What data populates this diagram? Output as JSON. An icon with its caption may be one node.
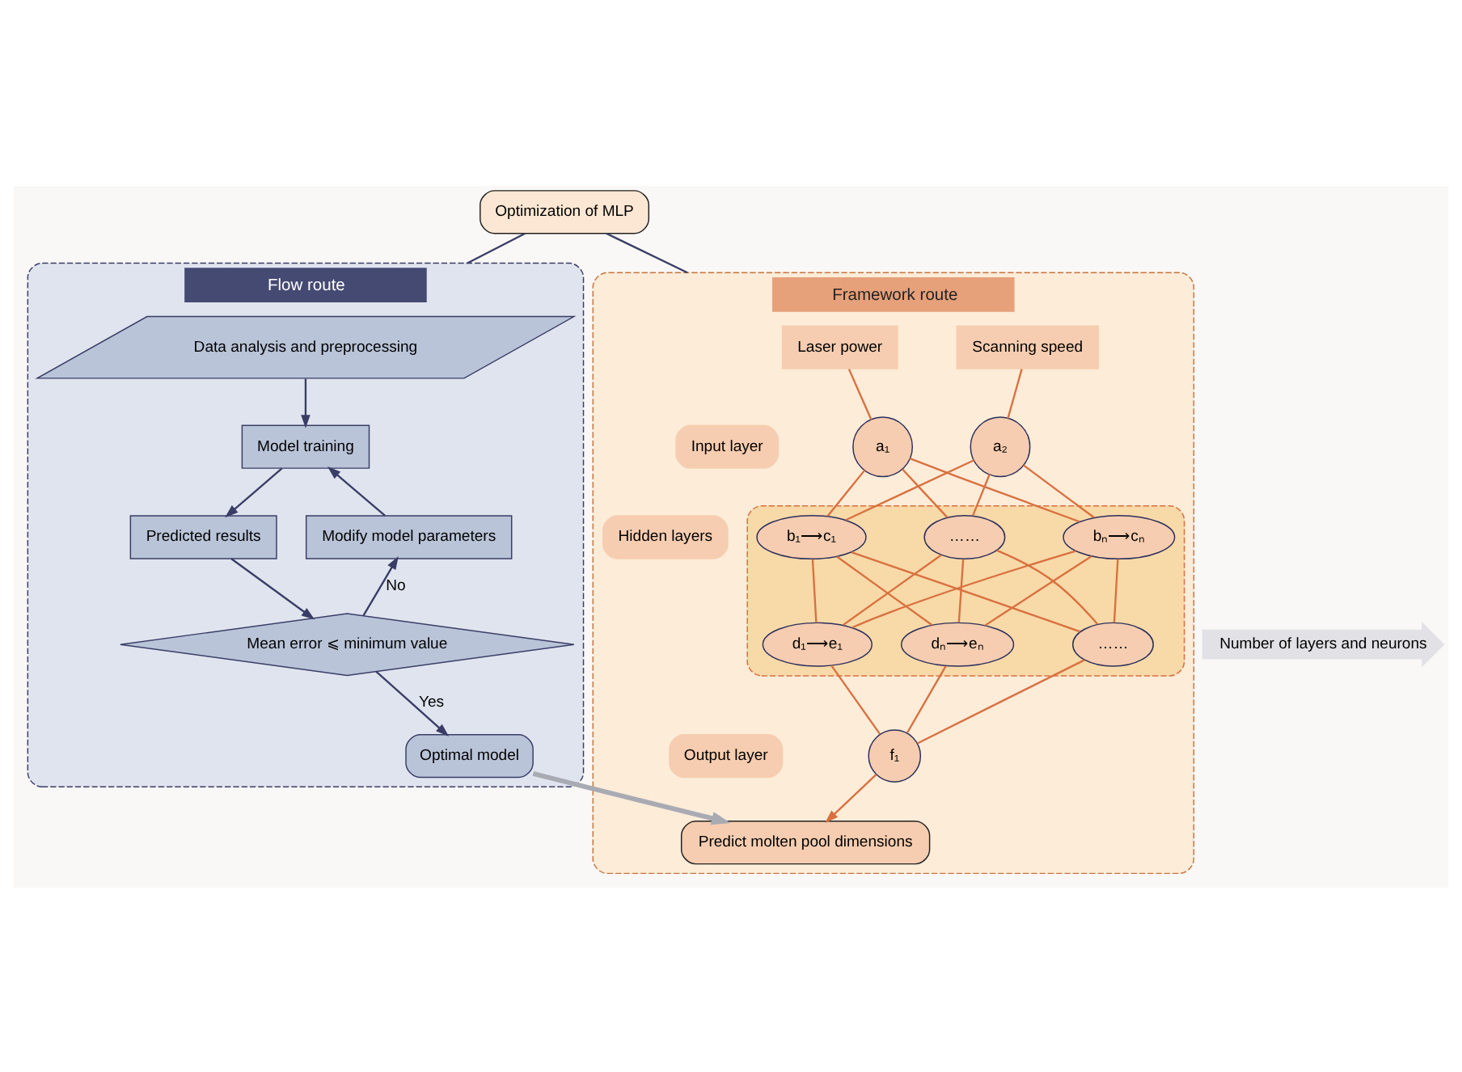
{
  "diagram": {
    "nodes": [
      {
        "text": [
          "Optimization of MLP"
        ]
      },
      {
        "text": [
          "Flow route"
        ]
      },
      {
        "text": [
          "Data analysis and preprocessing"
        ],
        "in": 1
      },
      {
        "text": [
          "Model training"
        ],
        "in": 1
      },
      {
        "text": [
          "Predicted results"
        ],
        "in": 1
      },
      {
        "text": [
          "Mean error ⩽ minimum value"
        ],
        "in": 1
      },
      {
        "text": [
          "Modify model parameters"
        ],
        "in": 1
      },
      {
        "text": [
          "Optimal model"
        ],
        "in": 1
      },
      {
        "text": [
          "Number of layers and neurons"
        ]
      },
      {
        "text": [
          "Framework route"
        ]
      },
      {
        "text": [
          "Laser power"
        ],
        "in": 9
      },
      {
        "text": [
          "Scanning speed"
        ],
        "in": 9
      },
      {
        "text": [
          "a₁"
        ],
        "in": 9
      },
      {
        "text": [
          "a₂"
        ],
        "in": 9
      },
      {
        "text": [],
        "shape": "box",
        "in": 9
      },
      {
        "text": [
          "b₁⟶c₁"
        ],
        "in": 14
      },
      {
        "text": [
          "……"
        ],
        "in": 14
      },
      {
        "text": [
          "bₙ⟶cₙ"
        ],
        "in": 14
      },
      {
        "text": [
          "d₁⟶e₁"
        ],
        "in": 14
      },
      {
        "text": [
          "……"
        ],
        "in": 14
      },
      {
        "text": [
          "dₙ⟶eₙ"
        ],
        "in": 14
      },
      {
        "text": [
          "f₁"
        ],
        "in": 9
      },
      {
        "text": [
          "Predict molten pool dimensions"
        ],
        "in": 9
      },
      {
        "text": [
          "Input layer"
        ],
        "in": 9
      },
      {
        "text": [
          "Hidden layers"
        ],
        "in": 9
      },
      {
        "text": [
          "Output layer"
        ],
        "in": 9
      }
    ],
    "edges": [
      {
        "from": 0,
        "to": 1,
        "arrow": "none",
        "color": "#3a3d66"
      },
      {
        "from": 0,
        "to": 9,
        "arrow": "none",
        "color": "#3a3d66"
      },
      {
        "from": 2,
        "to": 3,
        "arrow": "to",
        "color": "#3a3d66"
      },
      {
        "from": 3,
        "to": 4,
        "arrow": "to",
        "color": "#3a3d66"
      },
      {
        "from": 4,
        "to": 5,
        "arrow": "to",
        "color": "#3a3d66"
      },
      {
        "from": 5,
        "to": 6,
        "arrow": "to",
        "label": "No",
        "color": "#3a3d66"
      },
      {
        "from": 6,
        "to": 3,
        "arrow": "to",
        "color": "#3a3d66"
      },
      {
        "from": 5,
        "to": 7,
        "arrow": "to",
        "label": "Yes",
        "color": "#3a3d66"
      },
      {
        "from": 7,
        "to": 22,
        "arrow": "to",
        "style": "thick",
        "color": "#a9abb3"
      },
      {
        "from": 10,
        "to": 12,
        "arrow": "none"
      },
      {
        "from": 11,
        "to": 13,
        "arrow": "none"
      },
      {
        "from": 12,
        "to": 15,
        "arrow": "none"
      },
      {
        "from": 12,
        "to": 16,
        "arrow": "none"
      },
      {
        "from": 12,
        "to": 17,
        "arrow": "none"
      },
      {
        "from": 13,
        "to": 15,
        "arrow": "none"
      },
      {
        "from": 13,
        "to": 16,
        "arrow": "none"
      },
      {
        "from": 13,
        "to": 17,
        "arrow": "none"
      },
      {
        "from": 15,
        "to": 18,
        "arrow": "none"
      },
      {
        "from": 15,
        "to": 19,
        "arrow": "none"
      },
      {
        "from": 15,
        "to": 20,
        "arrow": "none"
      },
      {
        "from": 16,
        "to": 18,
        "arrow": "none"
      },
      {
        "from": 16,
        "to": 19,
        "arrow": "none"
      },
      {
        "from": 16,
        "to": 20,
        "arrow": "none"
      },
      {
        "from": 17,
        "to": 18,
        "arrow": "none"
      },
      {
        "from": 17,
        "to": 19,
        "arrow": "none"
      },
      {
        "from": 17,
        "to": 20,
        "arrow": "none"
      },
      {
        "from": 18,
        "to": 21,
        "arrow": "none"
      },
      {
        "from": 19,
        "to": 21,
        "arrow": "none"
      },
      {
        "from": 20,
        "to": 21,
        "arrow": "none"
      },
      {
        "from": 21,
        "to": 22,
        "arrow": "to"
      }
    ]
  }
}
